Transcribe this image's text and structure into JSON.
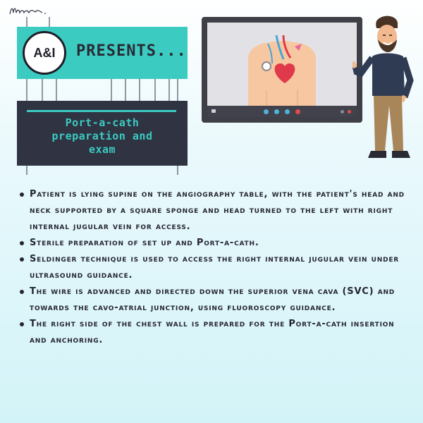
{
  "header": {
    "signature": "Mihaya.",
    "logo_text": "A&I",
    "presents": "PRESENTS...",
    "title": "Port-a-cath\npreparation and\nexam"
  },
  "bullets": [
    "Patient is lying supine on the angiography table, with the patient's head and neck supported by a square sponge and head turned to the left with right internal jugular vein for access.",
    "Sterile preparation of set up and Port-a-cath.",
    "Seldinger technique is used to access the right internal jugular vein under ultrasound guidance.",
    "The wire is advanced and directed down the superior vena cava (SVC) and towards the cavo-atrial junction, using fluoroscopy guidance.",
    "The right side of the chest wall is prepared for the Port-a-cath insertion and anchoring."
  ],
  "colors": {
    "teal": "#3ccbc1",
    "dark": "#2f3342",
    "heart": "#e03a4a",
    "skin": "#f6c7a0"
  },
  "icons": [
    "logo-icon",
    "heart-icon",
    "catheter-port-icon",
    "video-call-monitor",
    "presenter-illustration"
  ]
}
